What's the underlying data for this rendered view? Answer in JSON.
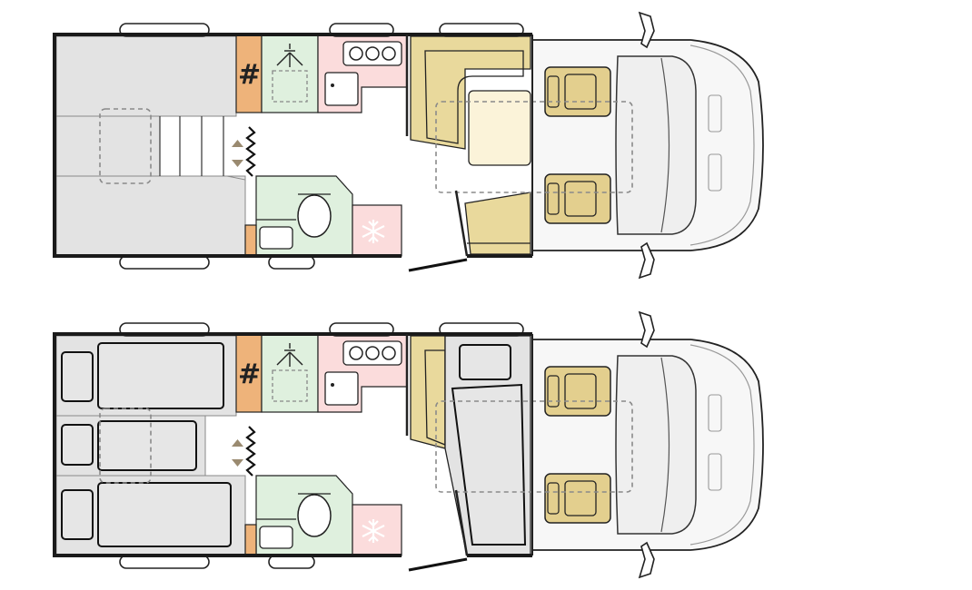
{
  "colors": {
    "bed": "#e3e3e3",
    "shower": "#dff0de",
    "kitchen": "#fbdcdc",
    "wardrobe": "#eeb37a",
    "dinette": "#e9d99c",
    "dinette_table": "#fbf3d9",
    "seat": "#e3cf8e",
    "cab": "#f7f7f7",
    "fridge": "#fbdcdc",
    "window": "#ffffff",
    "arrow": "#9a8a70"
  },
  "icons": {
    "wardrobe": "hash-icon",
    "shower": "shower-icon",
    "fridge": "snowflake-icon",
    "stove": "burner-icon",
    "steps": "step-arrows-icon"
  },
  "layouts": [
    {
      "variant": "day",
      "beds": "sofa-and-steps",
      "dinette": "l-seat-with-table"
    },
    {
      "variant": "night",
      "beds": "three-mattresses",
      "dinette": "drop-down-bed"
    }
  ]
}
